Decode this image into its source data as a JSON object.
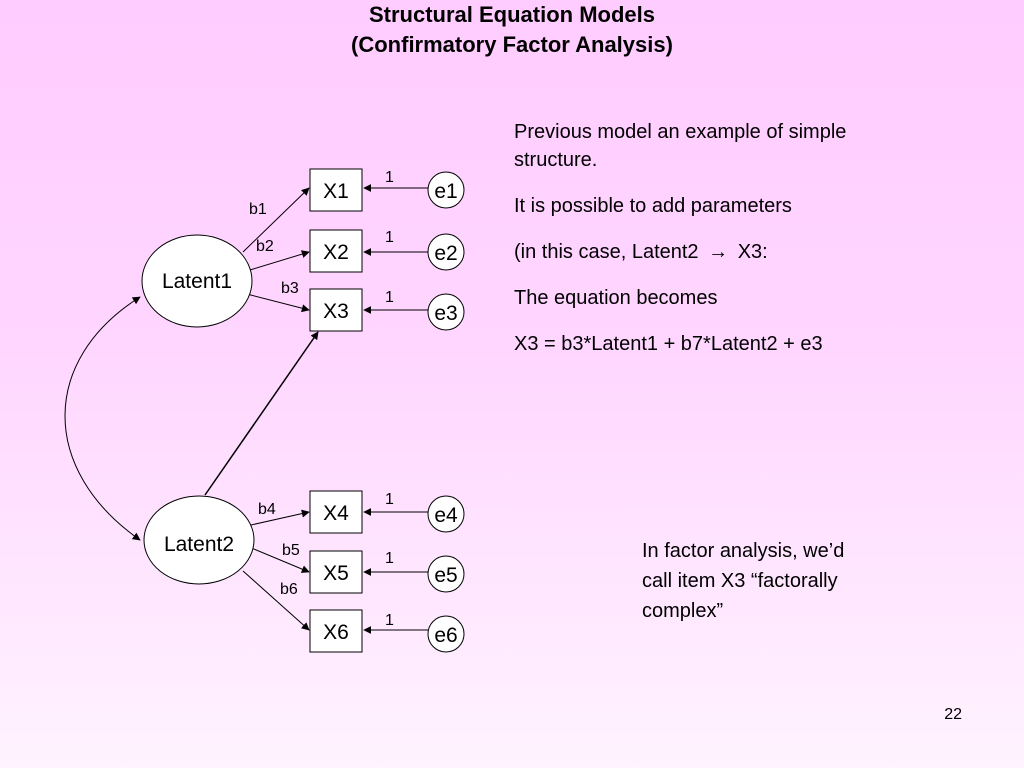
{
  "slide": {
    "title_line1": "Structural Equation Models",
    "title_line2": "(Confirmatory Factor Analysis)",
    "page_number": "22"
  },
  "diagram": {
    "latents": [
      {
        "label": "Latent1"
      },
      {
        "label": "Latent2"
      }
    ],
    "items": [
      {
        "label": "X1"
      },
      {
        "label": "X2"
      },
      {
        "label": "X3"
      },
      {
        "label": "X4"
      },
      {
        "label": "X5"
      },
      {
        "label": "X6"
      }
    ],
    "errors": [
      {
        "label": "e1"
      },
      {
        "label": "e2"
      },
      {
        "label": "e3"
      },
      {
        "label": "e4"
      },
      {
        "label": "e5"
      },
      {
        "label": "e6"
      }
    ],
    "loadings": [
      "b1",
      "b2",
      "b3",
      "b4",
      "b5",
      "b6"
    ],
    "error_fixed_value": "1"
  },
  "notes": {
    "p1_line1": "Previous model an example of simple",
    "p1_line2": "structure.",
    "p2": "It is possible to add parameters",
    "p3_prefix": "(in this case, Latent2",
    "p3_arrow": "→",
    "p3_suffix": "X3:",
    "p4": "The equation becomes",
    "p5": "X3 = b3*Latent1 + b7*Latent2 + e3"
  },
  "side_note": {
    "line1": "In factor analysis, we’d",
    "line2": "call item X3 “factorally",
    "line3": "complex”"
  }
}
